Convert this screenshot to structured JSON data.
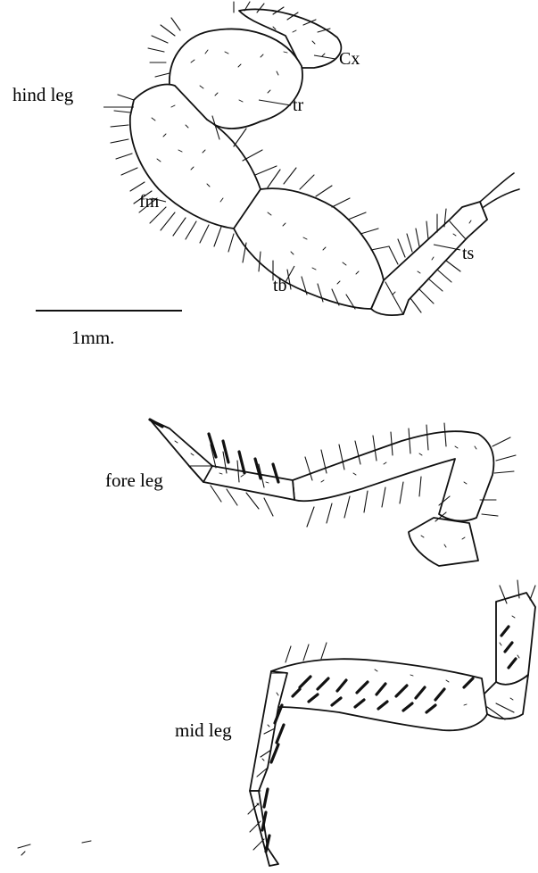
{
  "figure": {
    "hind_leg": {
      "title": "hind leg",
      "parts": {
        "coxa": "Cx",
        "trochanter": "tr",
        "femur": "fm",
        "tibia": "tb",
        "tarsus": "ts"
      }
    },
    "scale_bar": {
      "label": "1mm."
    },
    "fore_leg": {
      "title": "fore leg"
    },
    "mid_leg": {
      "title": "mid leg"
    }
  }
}
